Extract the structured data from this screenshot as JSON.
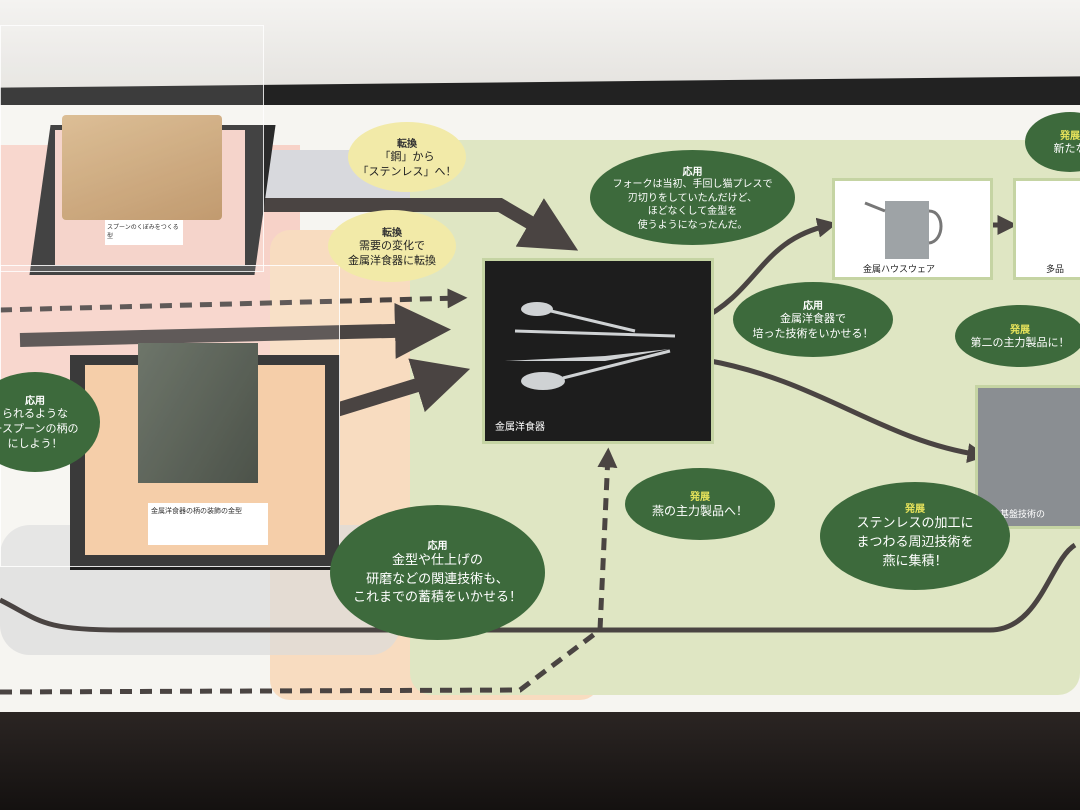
{
  "case_labels": {
    "top_case": "スプーンのくぼみをつくる型",
    "mold_case": "金属洋食器の柄の装飾の金型"
  },
  "bubbles": {
    "tenkan_1": {
      "tag": "転換",
      "text": "「鋼」から\n「ステンレス」へ！"
    },
    "tenkan_2": {
      "tag": "転換",
      "text": "需要の変化で\n金属洋食器に転換"
    },
    "ouyou_fork": {
      "tag": "応用",
      "text": "フォークは当初、手回し猫プレスで\n刃切りをしていたんだけど、\nほどなくして金型を\n使うようになったんだ。"
    },
    "ouyou_left": {
      "tag": "応用",
      "text": "られるような\nースプーンの柄の\nにしよう！"
    },
    "ouyou_skills": {
      "tag": "応用",
      "text": "金型や仕上げの\n研磨などの関連技術も、\nこれまでの蓄積をいかせる！"
    },
    "ouyou_house": {
      "tag": "応用",
      "text": "金属洋食器で\n培った技術をいかせる！"
    },
    "hatten_main": {
      "tag": "発展",
      "text": "燕の主力製品へ！"
    },
    "hatten_second": {
      "tag": "発展",
      "text": "第二の主力製品に！"
    },
    "hatten_stainless": {
      "tag": "発展",
      "text": "ステンレスの加工に\nまつわる周辺技術を\n燕に集積！"
    },
    "hatten_top": {
      "tag": "発展",
      "text": "新たな"
    }
  },
  "photos": {
    "cutlery": "金属洋食器",
    "houseware": "金属ハウスウェア",
    "right_top": "多品",
    "base_tech": "基盤技術の"
  },
  "colors": {
    "green_bubble": "#3d6a3c",
    "yellow_bubble": "#f2eaa8",
    "green_zone": "#dfe6c3",
    "pink_zone": "#f7d2c8",
    "peach_zone": "#f8dcc0",
    "arrow": "#4a4442"
  }
}
